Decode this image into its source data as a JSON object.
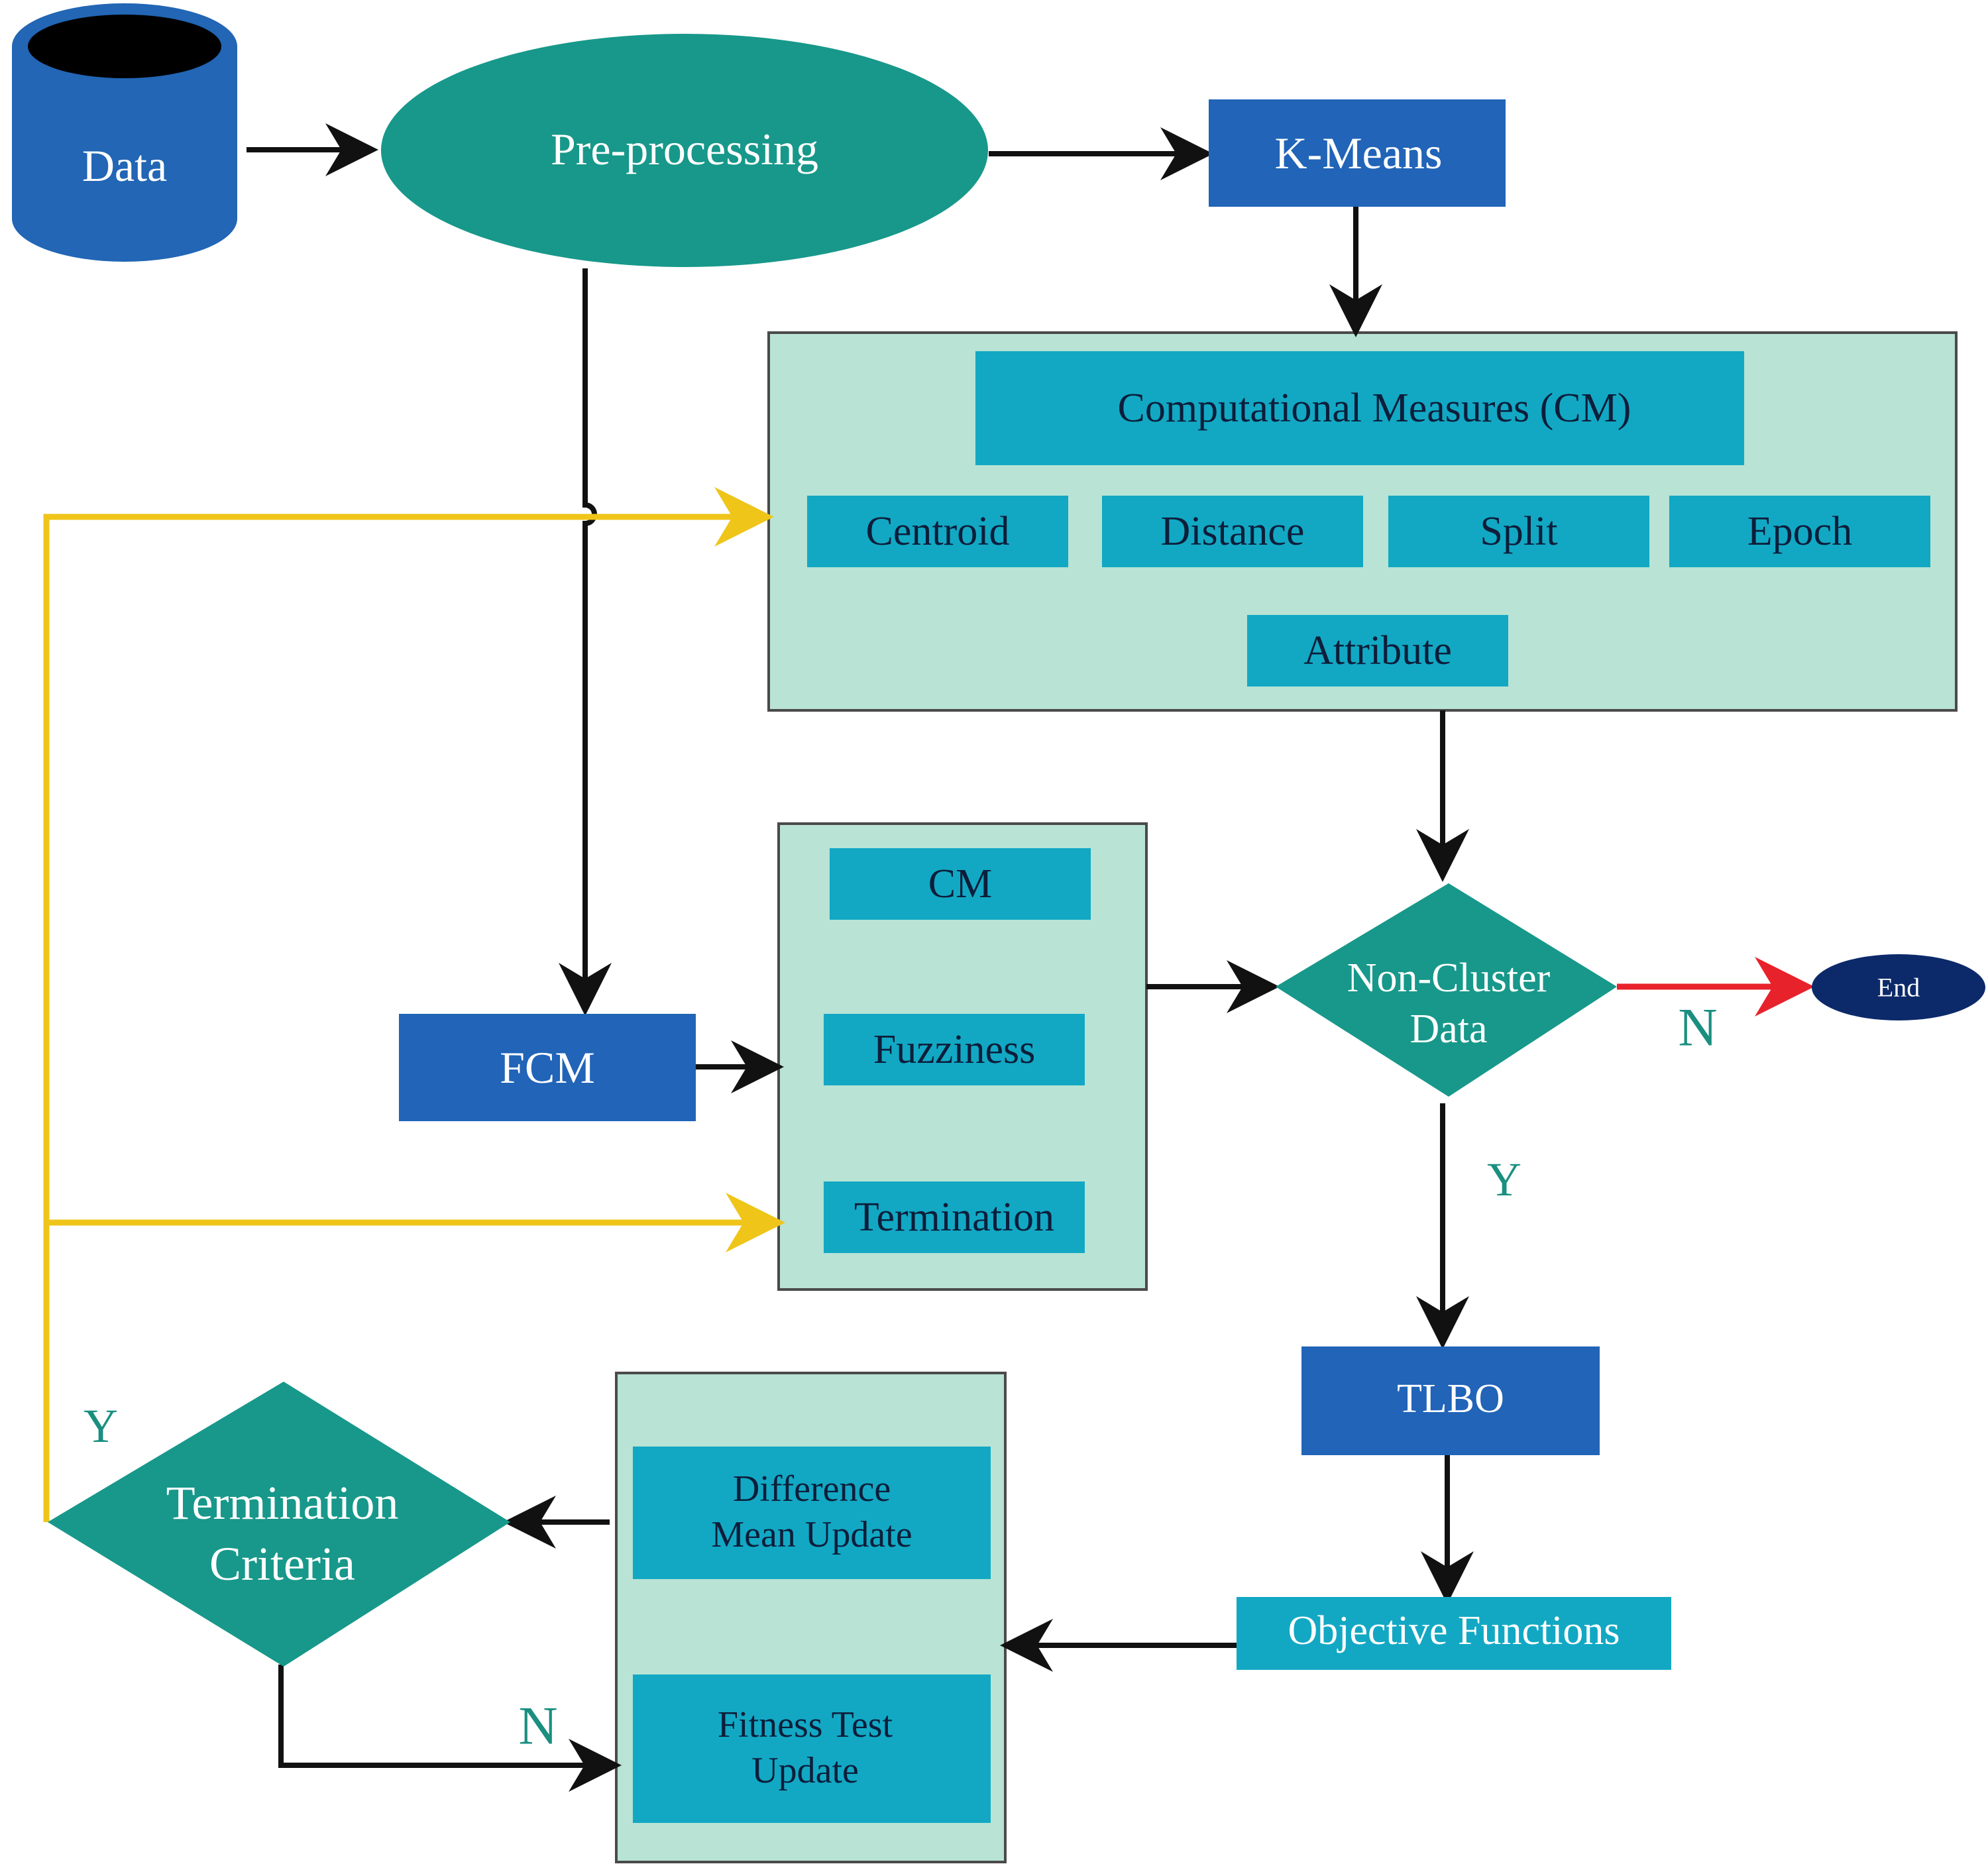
{
  "nodes": {
    "data": "Data",
    "preprocessing": "Pre-processing",
    "kmeans": "K-Means",
    "cm_title": "Computational Measures (CM)",
    "centroid": "Centroid",
    "distance": "Distance",
    "split": "Split",
    "epoch": "Epoch",
    "attribute": "Attribute",
    "fcm": "FCM",
    "cm": "CM",
    "fuzziness": "Fuzziness",
    "termination": "Termination",
    "non_cluster_line1": "Non-Cluster",
    "non_cluster_line2": "Data",
    "end": "End",
    "tlbo": "TLBO",
    "objective_functions": "Objective Functions",
    "difference_line1": "Difference",
    "difference_line2": "Mean Update",
    "fitness_line1": "Fitness Test",
    "fitness_line2": "Update",
    "termination_criteria_line1": "Termination",
    "termination_criteria_line2": "Criteria"
  },
  "edge_labels": {
    "non_cluster_no": "N",
    "non_cluster_yes": "Y",
    "criteria_yes": "Y",
    "criteria_no": "N"
  },
  "colors": {
    "teal": "#17988a",
    "blue": "#2164b8",
    "cyan": "#12a8c4",
    "panel": "#b8e3d5",
    "navy": "#0c2a6a",
    "yellow": "#efc51a",
    "red": "#e8222b"
  }
}
